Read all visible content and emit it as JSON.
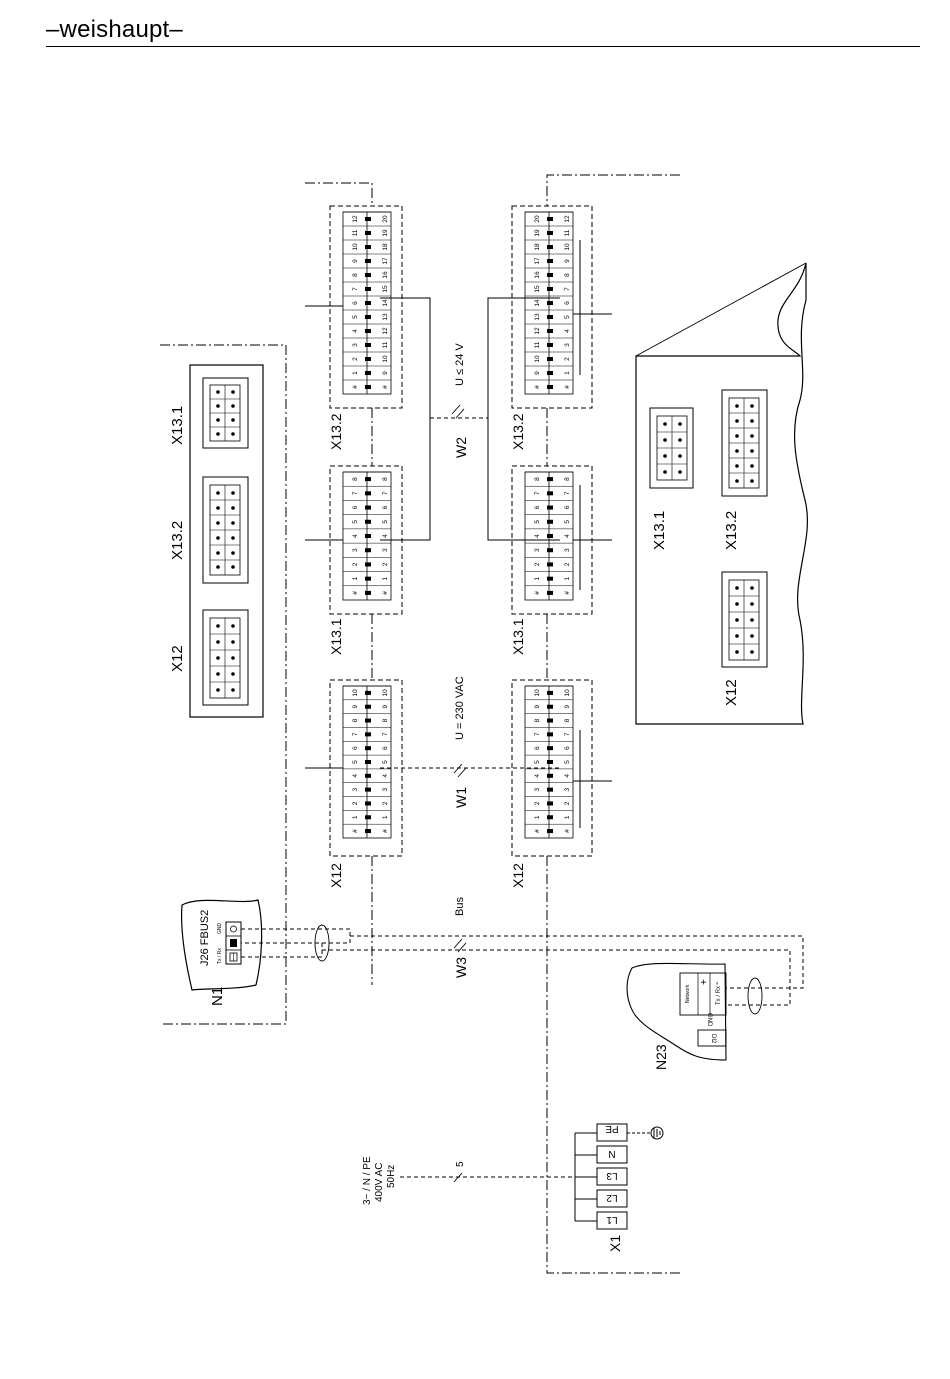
{
  "header": {
    "brand": "–weishaupt–"
  },
  "diagram": {
    "left_panel": {
      "connectors": [
        "X13.1",
        "X13.2",
        "X12"
      ],
      "module_name": "N1",
      "port_label": "J26 FBUS2",
      "port_pins": [
        "Tx / Rx",
        "GND"
      ]
    },
    "boxes": {
      "col1": [
        "X13.2",
        "X13.1",
        "X12"
      ],
      "col2": [
        "X13.2",
        "X13.1",
        "X12"
      ]
    },
    "pins": {
      "x13_2_left": [
        "#",
        "1",
        "2",
        "3",
        "4",
        "5",
        "6",
        "7",
        "8",
        "9",
        "10",
        "11",
        "12"
      ],
      "x13_2_right": [
        "#",
        "9",
        "10",
        "11",
        "12",
        "13",
        "14",
        "15",
        "16",
        "17",
        "18",
        "19",
        "20"
      ],
      "x13_1": [
        "#",
        "1",
        "2",
        "3",
        "4",
        "5",
        "6",
        "7",
        "8"
      ],
      "x12": [
        "#",
        "1",
        "2",
        "3",
        "4",
        "5",
        "6",
        "7",
        "8",
        "9",
        "10"
      ]
    },
    "cables": [
      {
        "name": "W2",
        "spec": "U ≤ 24 V"
      },
      {
        "name": "W1",
        "spec": "U = 230 VAC"
      },
      {
        "name": "W3",
        "spec": "Bus"
      }
    ],
    "right_panel": {
      "connectors": [
        "X13.1",
        "X13.2",
        "X12"
      ]
    },
    "n23": {
      "name": "N23",
      "pins": [
        "Network",
        "+",
        "-",
        "Tx / Rx",
        "GND",
        "DI2"
      ]
    },
    "supply": {
      "spec_lines": [
        "3~ / N / PE",
        "400V AC",
        "50Hz"
      ],
      "wire_count": "5",
      "terminal_block": "X1",
      "terminals": [
        "PE",
        "N",
        "L3",
        "L2",
        "L1"
      ]
    }
  }
}
